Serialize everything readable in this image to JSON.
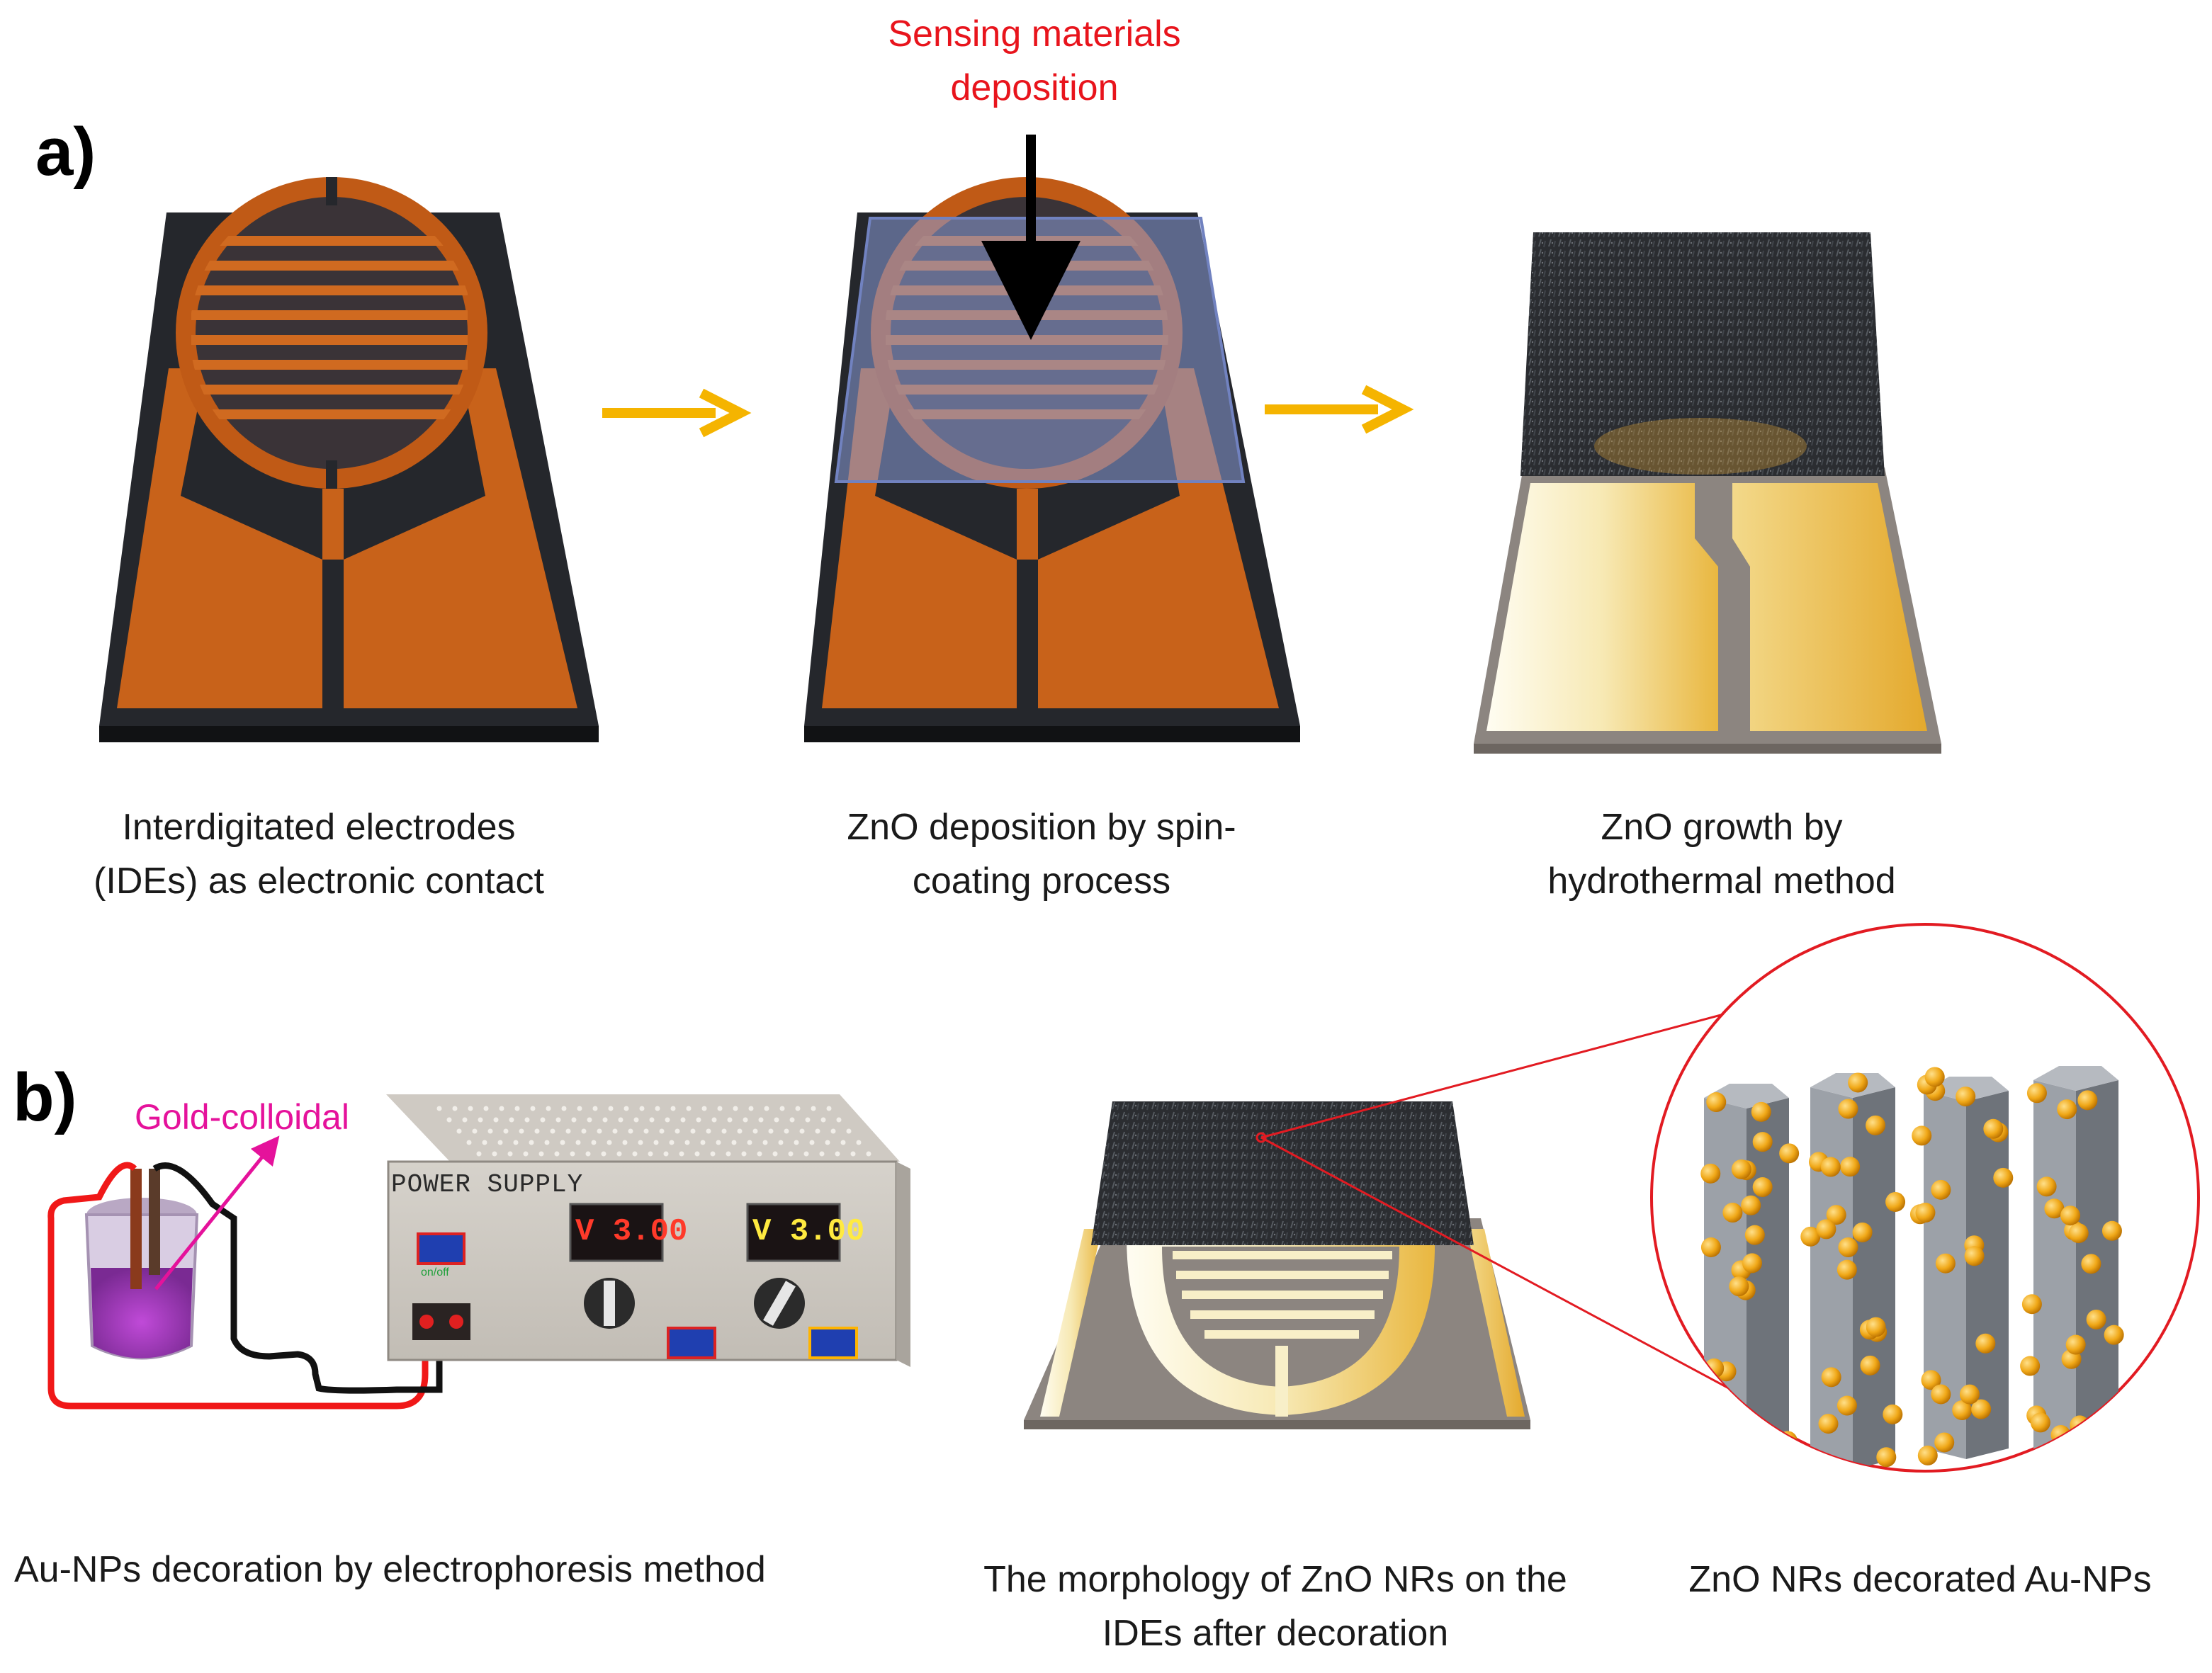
{
  "panel_a": {
    "letter": "a)",
    "deposition_label": [
      "Sensing materials",
      "deposition"
    ],
    "captions": [
      [
        "Interdigitated electrodes",
        "(IDEs) as electronic contact"
      ],
      [
        "ZnO deposition by spin-",
        "coating process"
      ],
      [
        "ZnO growth by",
        "hydrothermal method"
      ]
    ]
  },
  "panel_b": {
    "letter": "b)",
    "gold_label": "Gold-colloidal",
    "power_supply_title": "POWER SUPPLY",
    "switch_label": "on/off",
    "display_left": "V 3.00",
    "display_right": "V 3.00",
    "captions": {
      "electrophoresis": "Au-NPs decoration by electrophoresis method",
      "morphology": [
        "The morphology of ZnO NRs on the",
        "IDEs after decoration"
      ],
      "decorated": "ZnO NRs decorated Au-NPs"
    }
  },
  "colors": {
    "electrode": "#c8621a",
    "substrate": "#2d2f36",
    "arrow": "#f5b400",
    "gold_np": "#f0a818",
    "nanorod": "#8e949c",
    "zoom_circle": "#e21b22",
    "display_left": "#ff3a2a",
    "display_right": "#ffea40"
  }
}
